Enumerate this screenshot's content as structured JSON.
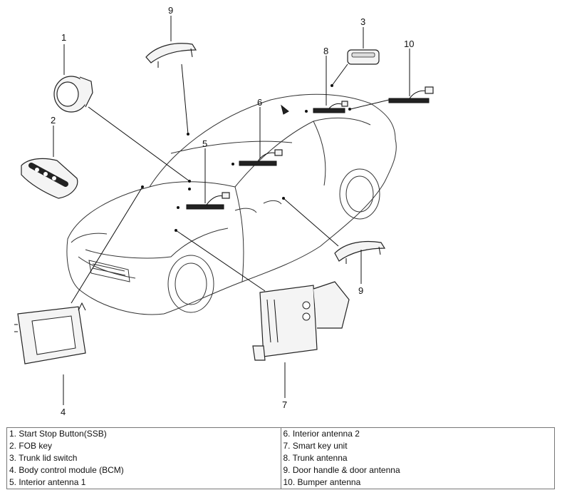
{
  "callouts": {
    "c1": "1",
    "c2": "2",
    "c3": "3",
    "c4": "4",
    "c5": "5",
    "c6": "6",
    "c7": "7",
    "c8": "8",
    "c9a": "9",
    "c9b": "9",
    "c10": "10"
  },
  "legend": {
    "left": [
      "1. Start Stop Button(SSB)",
      "2. FOB key",
      "3. Trunk lid switch",
      "4. Body control module (BCM)",
      "5. Interior antenna 1"
    ],
    "right": [
      "6. Interior antenna 2",
      "7. Smart key unit",
      "8. Trunk antenna",
      "9. Door handle & door antenna",
      "10. Bumper antenna"
    ]
  }
}
